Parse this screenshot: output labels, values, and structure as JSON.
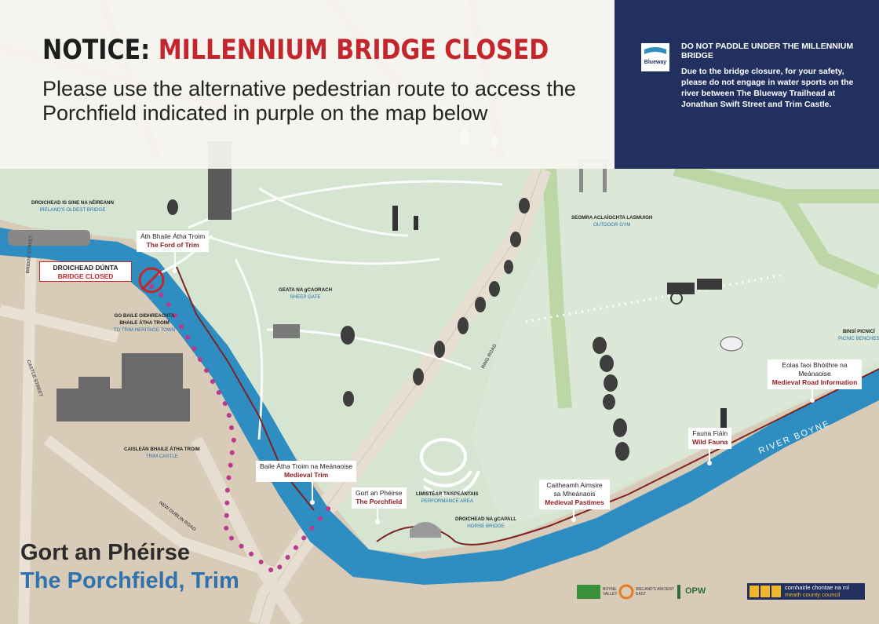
{
  "header": {
    "notice_lead": "NOTICE:",
    "notice_highlight": "MILLENNIUM BRIDGE CLOSED",
    "subtitle": "Please use the alternative pedestrian route to access the Porchfield indicated in purple on the map below"
  },
  "blue_panel": {
    "logo_text": "Blueway",
    "heading": "DO NOT PADDLE UNDER THE MILLENNIUM BRIDGE",
    "body": "Due to the bridge closure, for your safety, please do not engage in water sports on the river between The Blueway Trailhead at Jonathan Swift Street and Trim Castle."
  },
  "places": {
    "oldest_bridge": {
      "ga": "DROICHEAD IS SINE NA hÉIREANN",
      "en": "IRELAND'S OLDEST BRIDGE"
    },
    "bridge_closed": {
      "ga": "DROICHEAD DÚNTA",
      "en": "BRIDGE CLOSED"
    },
    "ford_of_trim": {
      "ga": "Áth Bhaile Átha Troim",
      "en": "The Ford of Trim"
    },
    "heritage_town": {
      "ga": "GO BAILE OIDHREACHTA BHAILE ÁTHA TROIM",
      "en": "TO TRIM HERITAGE TOWN"
    },
    "sheep_gate": {
      "ga": "GEATA NA gCAORACH",
      "en": "SHEEP GATE"
    },
    "trim_castle": {
      "ga": "CAISLEÁN BHAILE ÁTHA TROIM",
      "en": "TRIM CASTLE"
    },
    "medieval_trim": {
      "ga": "Baile Átha Troim na Meánaoise",
      "en": "Medieval Trim"
    },
    "porchfield": {
      "ga": "Gort an Phéirse",
      "en": "The Porchfield"
    },
    "performance_area": {
      "ga": "LIMISTÉAR TAISPEÁNTAIS",
      "en": "PERFORMANCE AREA"
    },
    "horse_bridge": {
      "ga": "DROICHEAD NA gCAPALL",
      "en": "HORSE BRIDGE"
    },
    "medieval_pastimes": {
      "ga": "Caitheamh Aimsire sa Mheánaois",
      "en": "Medieval Pastimes"
    },
    "wild_fauna": {
      "ga": "Fauna Fiáin",
      "en": "Wild Fauna"
    },
    "road_info": {
      "ga": "Eolas faoi Bhóithre na Meánaoise",
      "en": "Medieval Road Information"
    },
    "picnic_benches": {
      "ga": "BINSÍ PICNICÍ",
      "en": "PICNIC BENCHES"
    },
    "outdoor_gym": {
      "ga": "SEOMRA ACLAÍOCHTA LASMUIGH",
      "en": "OUTDOOR GYM"
    }
  },
  "streets": {
    "bridge_street": "BRIDGE STREET",
    "castle_street": "CASTLE STREET",
    "new_dublin_road": "NEW DUBLIN ROAD",
    "ring_road": "RING ROAD"
  },
  "river_name": "RIVER BOYNE",
  "map_title": {
    "ga": "Gort an Phéirse",
    "en": "The Porchfield, Trim"
  },
  "logos": {
    "boyne_valley": "BOYNE VALLEY",
    "ancient_east": "IRELAND'S ANCIENT EAST",
    "opw": "OPW",
    "council_ga": "comhairle chontae na mí",
    "council_en": "meath county council"
  },
  "colors": {
    "route": "#b93a8e",
    "river": "#2e8dc1",
    "park": "#d5e5d2",
    "panel": "#22305f",
    "closed": "#c4262e",
    "label_red": "#8e1b1e"
  }
}
